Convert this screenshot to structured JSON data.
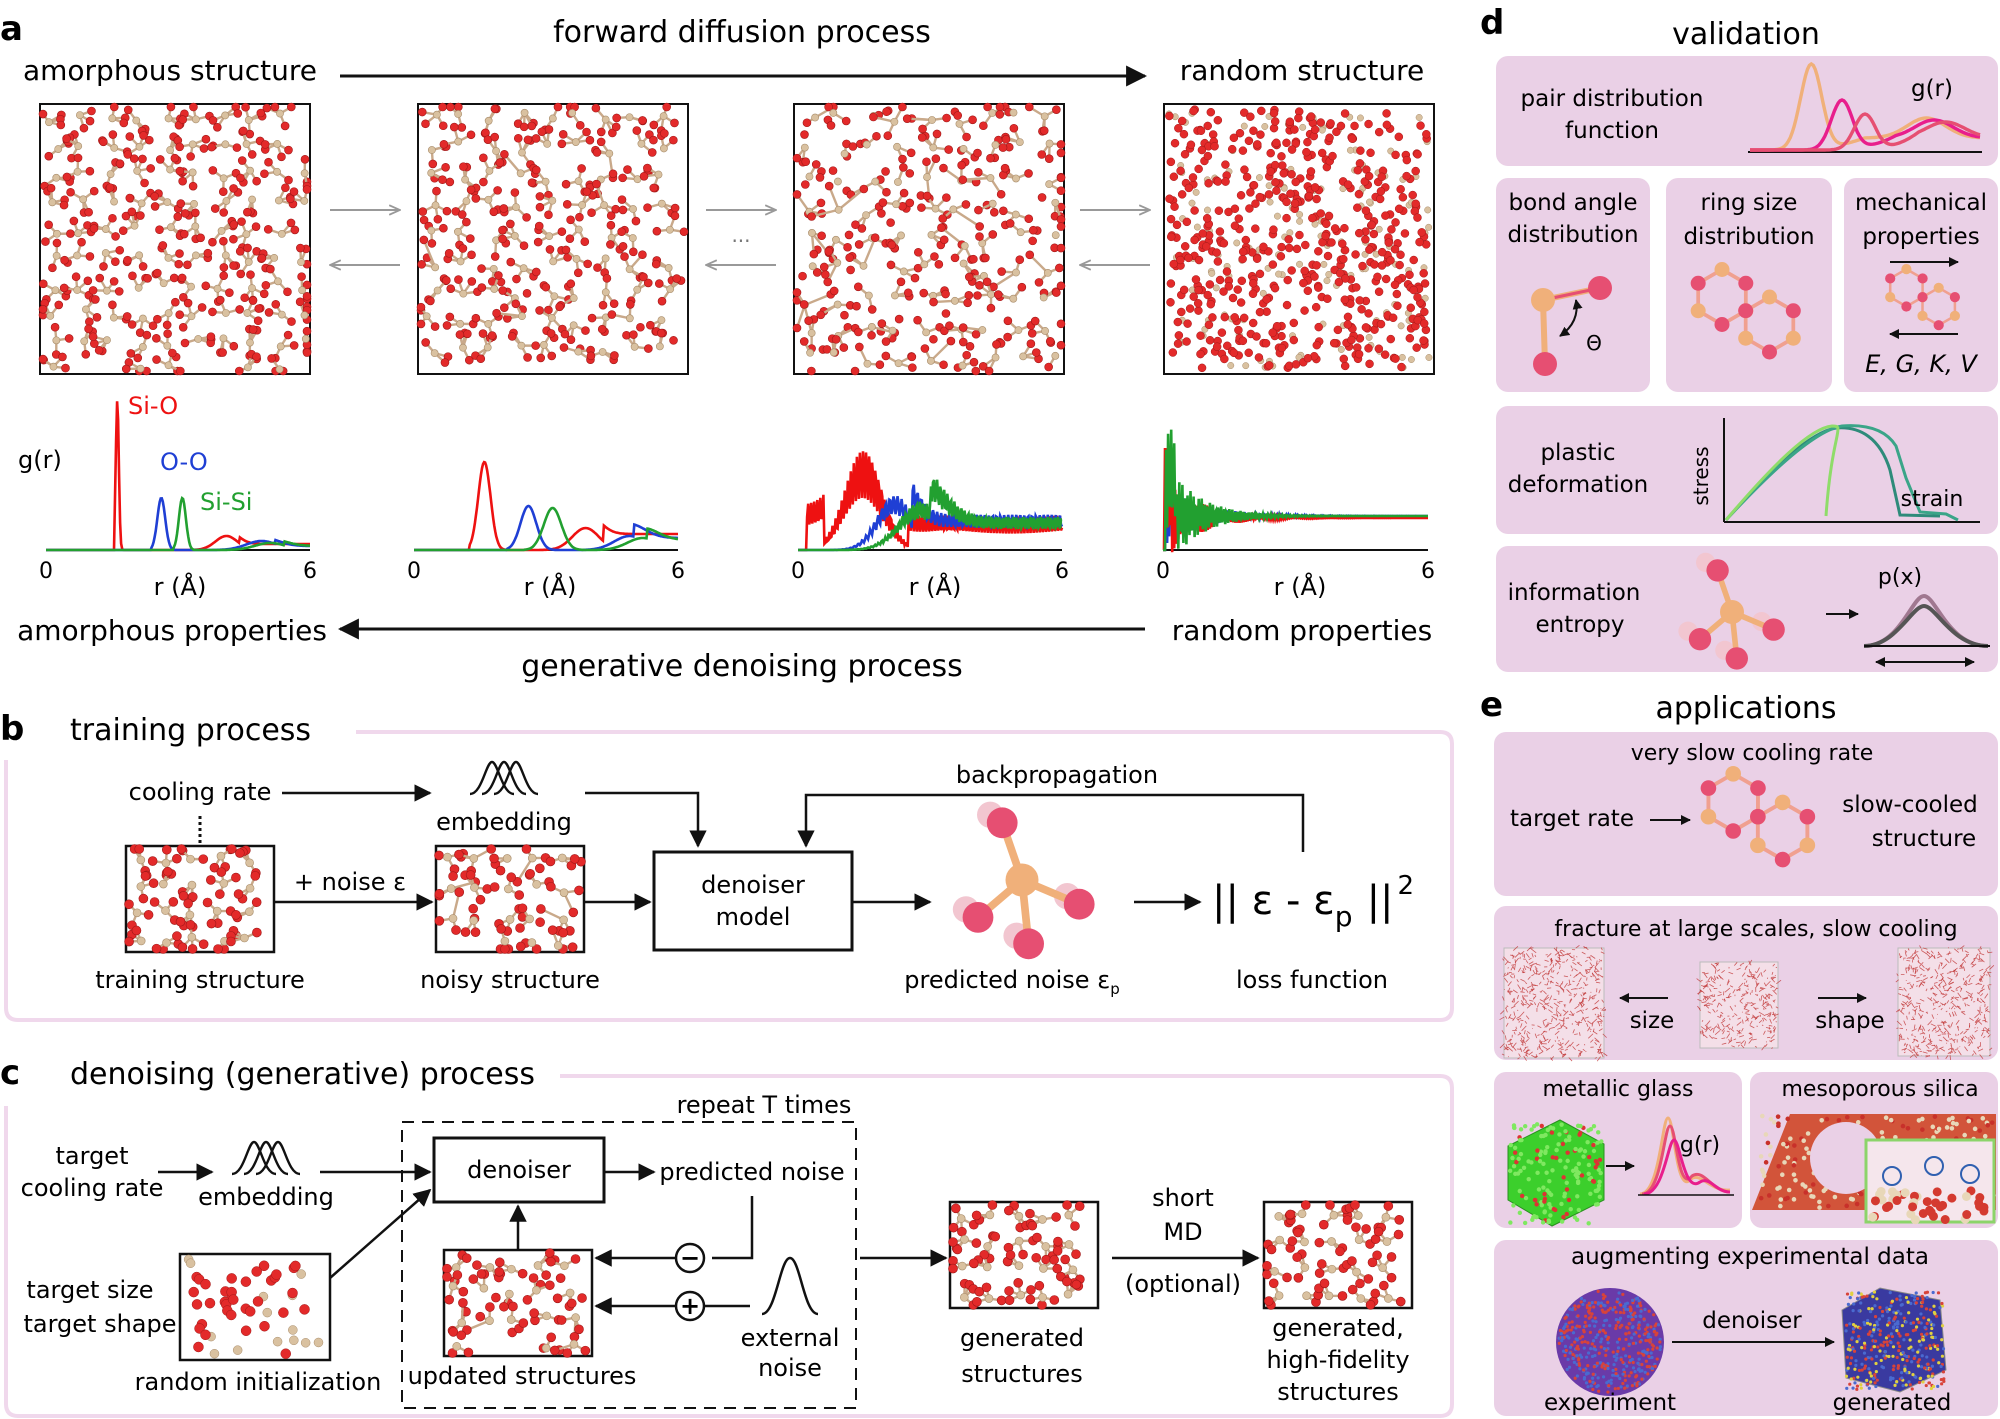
{
  "panel_a": {
    "letter": "a",
    "forward_label": "forward diffusion process",
    "amorphous_structure": "amorphous structure",
    "random_structure": "random structure",
    "ellipsis": "...",
    "gr_axis": "g(r)",
    "series": {
      "sio": "Si-O",
      "oo": "O-O",
      "sisi": "Si-Si"
    },
    "r_axis": "r (Å)",
    "tick_0": "0",
    "tick_6": "6",
    "amorphous_properties": "amorphous properties",
    "random_properties": "random properties",
    "generative_label": "generative denoising process"
  },
  "panel_b": {
    "letter": "b",
    "title": "training process",
    "cooling_rate": "cooling rate",
    "embedding": "embedding",
    "backpropagation": "backpropagation",
    "plus_noise": "+ noise ε",
    "denoiser_line1": "denoiser",
    "denoiser_line2": "model",
    "training_structure": "training structure",
    "noisy_structure": "noisy structure",
    "predicted_noise": "predicted noise ε",
    "predicted_noise_sub": "p",
    "loss_left": "|| ε - ε",
    "loss_sub": "p",
    "loss_right": "||",
    "loss_exp": "2",
    "loss_function": "loss function"
  },
  "panel_c": {
    "letter": "c",
    "title": "denoising (generative) process",
    "repeat": "repeat T times",
    "target_cooling_1": "target",
    "target_cooling_2": "cooling rate",
    "embedding": "embedding",
    "denoiser": "denoiser",
    "predicted_noise": "predicted noise",
    "target_size": "target size",
    "target_shape": "target shape",
    "random_init": "random initialization",
    "updated": "updated structures",
    "minus": "−",
    "plus": "+",
    "external_1": "external",
    "external_2": "noise",
    "short": "short",
    "md": "MD",
    "optional": "(optional)",
    "generated_1": "generated",
    "generated_2": "structures",
    "hf_1": "generated,",
    "hf_2": "high-fidelity",
    "hf_3": "structures"
  },
  "panel_d": {
    "letter": "d",
    "title": "validation",
    "pdf_1": "pair distribution",
    "pdf_2": "function",
    "gr": "g(r)",
    "bond_1": "bond angle",
    "bond_2": "distribution",
    "theta": "Θ",
    "ring_1": "ring size",
    "ring_2": "distribution",
    "mech_1": "mechanical",
    "mech_2": "properties",
    "moduli": "E, G, K, V",
    "plastic_1": "plastic",
    "plastic_2": "deformation",
    "stress": "stress",
    "strain": "strain",
    "info_1": "information",
    "info_2": "entropy",
    "px": "p(x)"
  },
  "panel_e": {
    "letter": "e",
    "title": "applications",
    "slow_title": "very slow cooling rate",
    "target_rate": "target rate",
    "slow_1": "slow-cooled",
    "slow_2": "structure",
    "fracture_title": "fracture at large scales, slow cooling",
    "size": "size",
    "shape": "shape",
    "metallic": "metallic glass",
    "gr": "g(r)",
    "meso": "mesoporous silica",
    "aug_title": "augmenting experimental data",
    "denoiser": "denoiser",
    "experiment": "experiment",
    "generated": "generated"
  },
  "colors": {
    "panel_bg": "#ead0e6",
    "panel_border": "#f0d8ec",
    "oxygen": "#e32a2a",
    "silicon": "#d9c1a0",
    "sio_line": "#ee1111",
    "oo_line": "#1f3fd4",
    "sisi_line": "#22a030",
    "bead_orange": "#f0b07a",
    "bead_pink": "#e64f72"
  }
}
